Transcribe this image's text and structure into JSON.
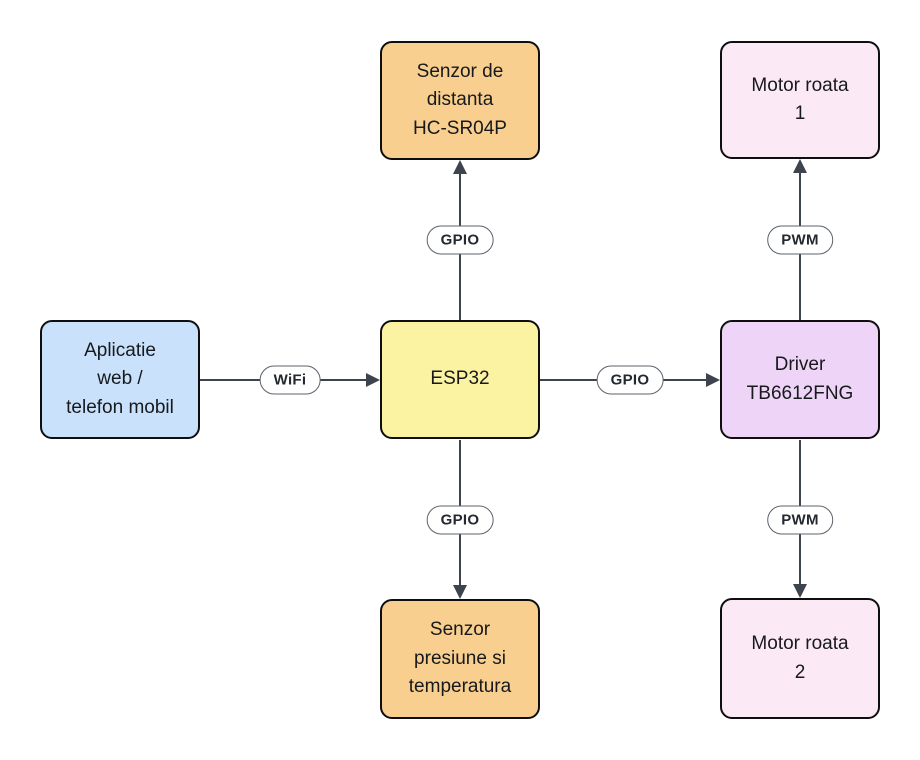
{
  "diagram": {
    "nodes": {
      "app": {
        "label": "Aplicatie\nweb /\ntelefon mobil",
        "fill": "#c9e1fa"
      },
      "esp32": {
        "label": "ESP32",
        "fill": "#fbf3a2"
      },
      "sensor_distance": {
        "label": "Senzor de\ndistanta\nHC-SR04P",
        "fill": "#f8cf8e"
      },
      "sensor_pressure": {
        "label": "Senzor\npresiune si\ntemperatura",
        "fill": "#f8cf8e"
      },
      "driver": {
        "label": "Driver\nTB6612FNG",
        "fill": "#eed5f8"
      },
      "motor1": {
        "label": "Motor roata\n1",
        "fill": "#fbe9f6"
      },
      "motor2": {
        "label": "Motor roata\n2",
        "fill": "#fbe9f6"
      }
    },
    "edge_labels": {
      "wifi": "WiFi",
      "gpio_top": "GPIO",
      "gpio_right": "GPIO",
      "gpio_bottom": "GPIO",
      "pwm_top": "PWM",
      "pwm_bottom": "PWM"
    },
    "colors": {
      "background": "#ffffff",
      "node_border": "#0e0e0e",
      "edge_line": "#3d444d",
      "pill_border": "#5c636b",
      "pill_text": "#24292f",
      "node_text": "#17191d"
    }
  }
}
